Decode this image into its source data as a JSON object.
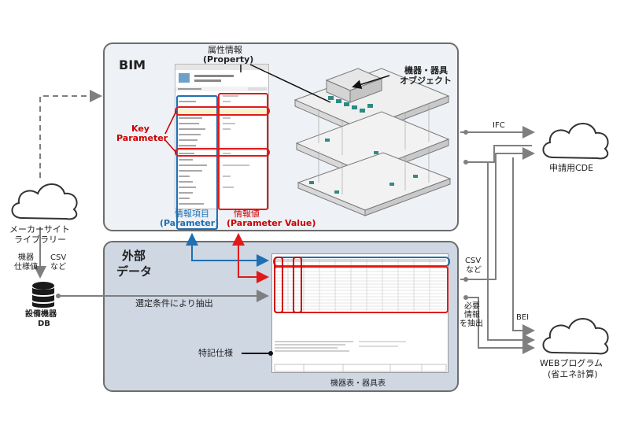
{
  "bim": {
    "title": "BIM",
    "property_label": "属性情報",
    "property_label_en": "(Property)",
    "object_label_1": "機器・器具",
    "object_label_2": "オブジェクト",
    "key_param_1": "Key",
    "key_param_2": "Parameter",
    "param_label": "情報項目",
    "param_label_en": "(Parameter)",
    "value_label": "情報値",
    "value_label_en": "(Parameter Value)"
  },
  "external": {
    "title_1": "外部",
    "title_2": "データ",
    "extract_label": "選定条件により抽出",
    "special_spec": "特記仕様",
    "table_caption": "機器表・器具表"
  },
  "left": {
    "cloud_label_1": "メーカーサイト",
    "cloud_label_2": "ライブラリー",
    "spec_label_1": "機器",
    "spec_label_2": "仕様値",
    "csv_label_1": "CSV",
    "csv_label_2": "など",
    "db_label_1": "設備機器",
    "db_label_2": "DB"
  },
  "right": {
    "ifc": "IFC",
    "cde_label": "申請用CDE",
    "csv_1": "CSV",
    "csv_2": "など",
    "extract_1": "必要",
    "extract_2": "情報",
    "extract_3": "を抽出",
    "bei": "BEI",
    "web_1": "WEBプログラム",
    "web_2": "(省エネ計算)"
  },
  "colors": {
    "blue": "#1f6fb2",
    "red": "#e01a1a",
    "dark_red": "#cc0000",
    "gray_border": "#6d6d6d",
    "arrow_gray": "#7f7f7f"
  }
}
